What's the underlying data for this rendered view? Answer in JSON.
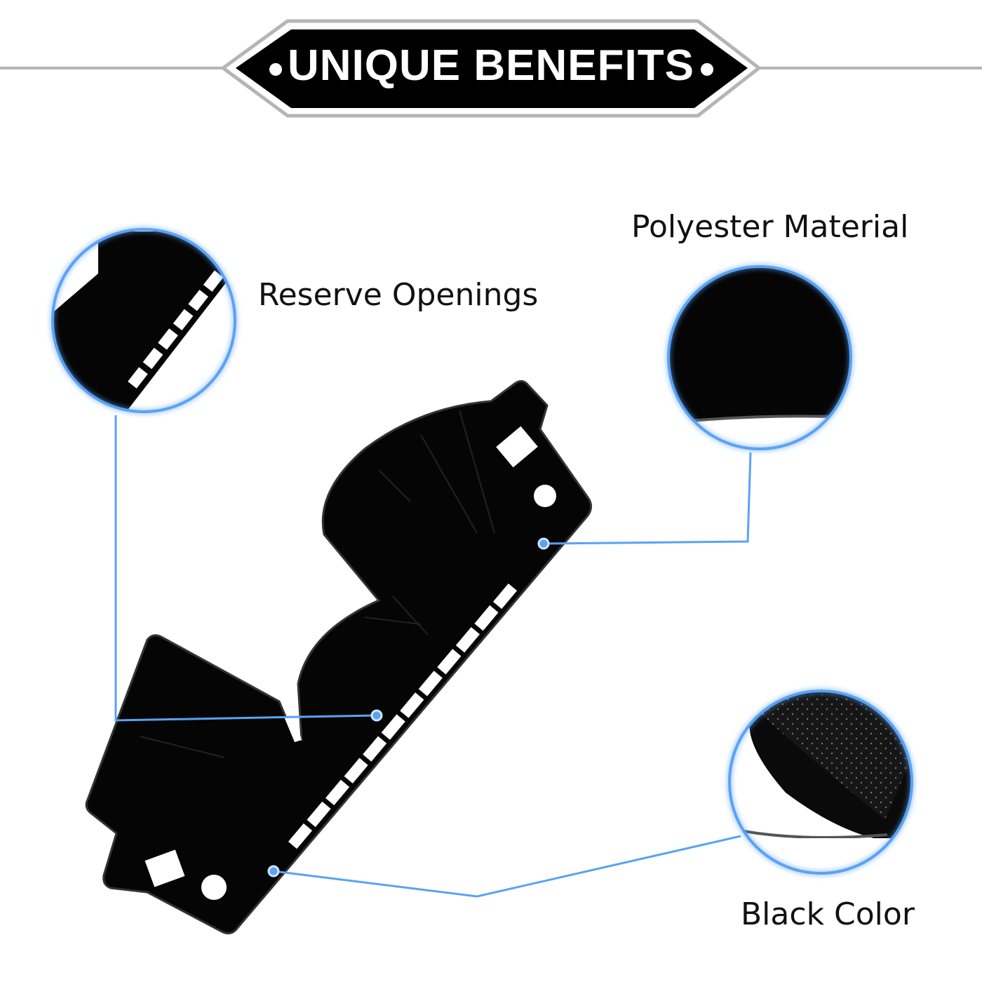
{
  "header": {
    "title": "UNIQUE BENEFITS"
  },
  "features": [
    {
      "label": "Reserve Openings"
    },
    {
      "label": "Polyester Material"
    },
    {
      "label": "Black Color"
    }
  ],
  "colors": {
    "accent_blue": "#5aa2f5",
    "mat": "#050505",
    "banner": "#000000",
    "banner_border": "#b5b5b5"
  }
}
